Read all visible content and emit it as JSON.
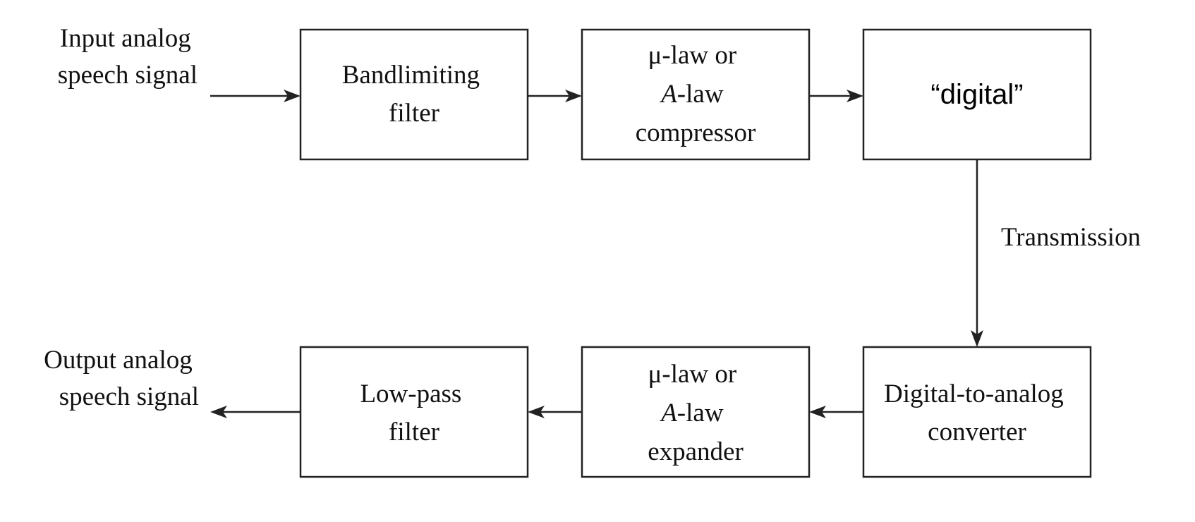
{
  "input_label": [
    "Input analog",
    "speech signal"
  ],
  "output_label": [
    "Output analog",
    "speech signal"
  ],
  "transmission_label": "Transmission",
  "blocks": {
    "bandlimiting_filter": [
      "Bandlimiting",
      "filter"
    ],
    "compressor": [
      "μ-law or",
      "A-law",
      "compressor"
    ],
    "digital": [
      "“digital”"
    ],
    "dac": [
      "Digital-to-analog",
      "converter"
    ],
    "expander": [
      "μ-law or",
      "A-law",
      "expander"
    ],
    "lowpass_filter": [
      "Low-pass",
      "filter"
    ]
  },
  "italic_tokens": [
    "A"
  ]
}
